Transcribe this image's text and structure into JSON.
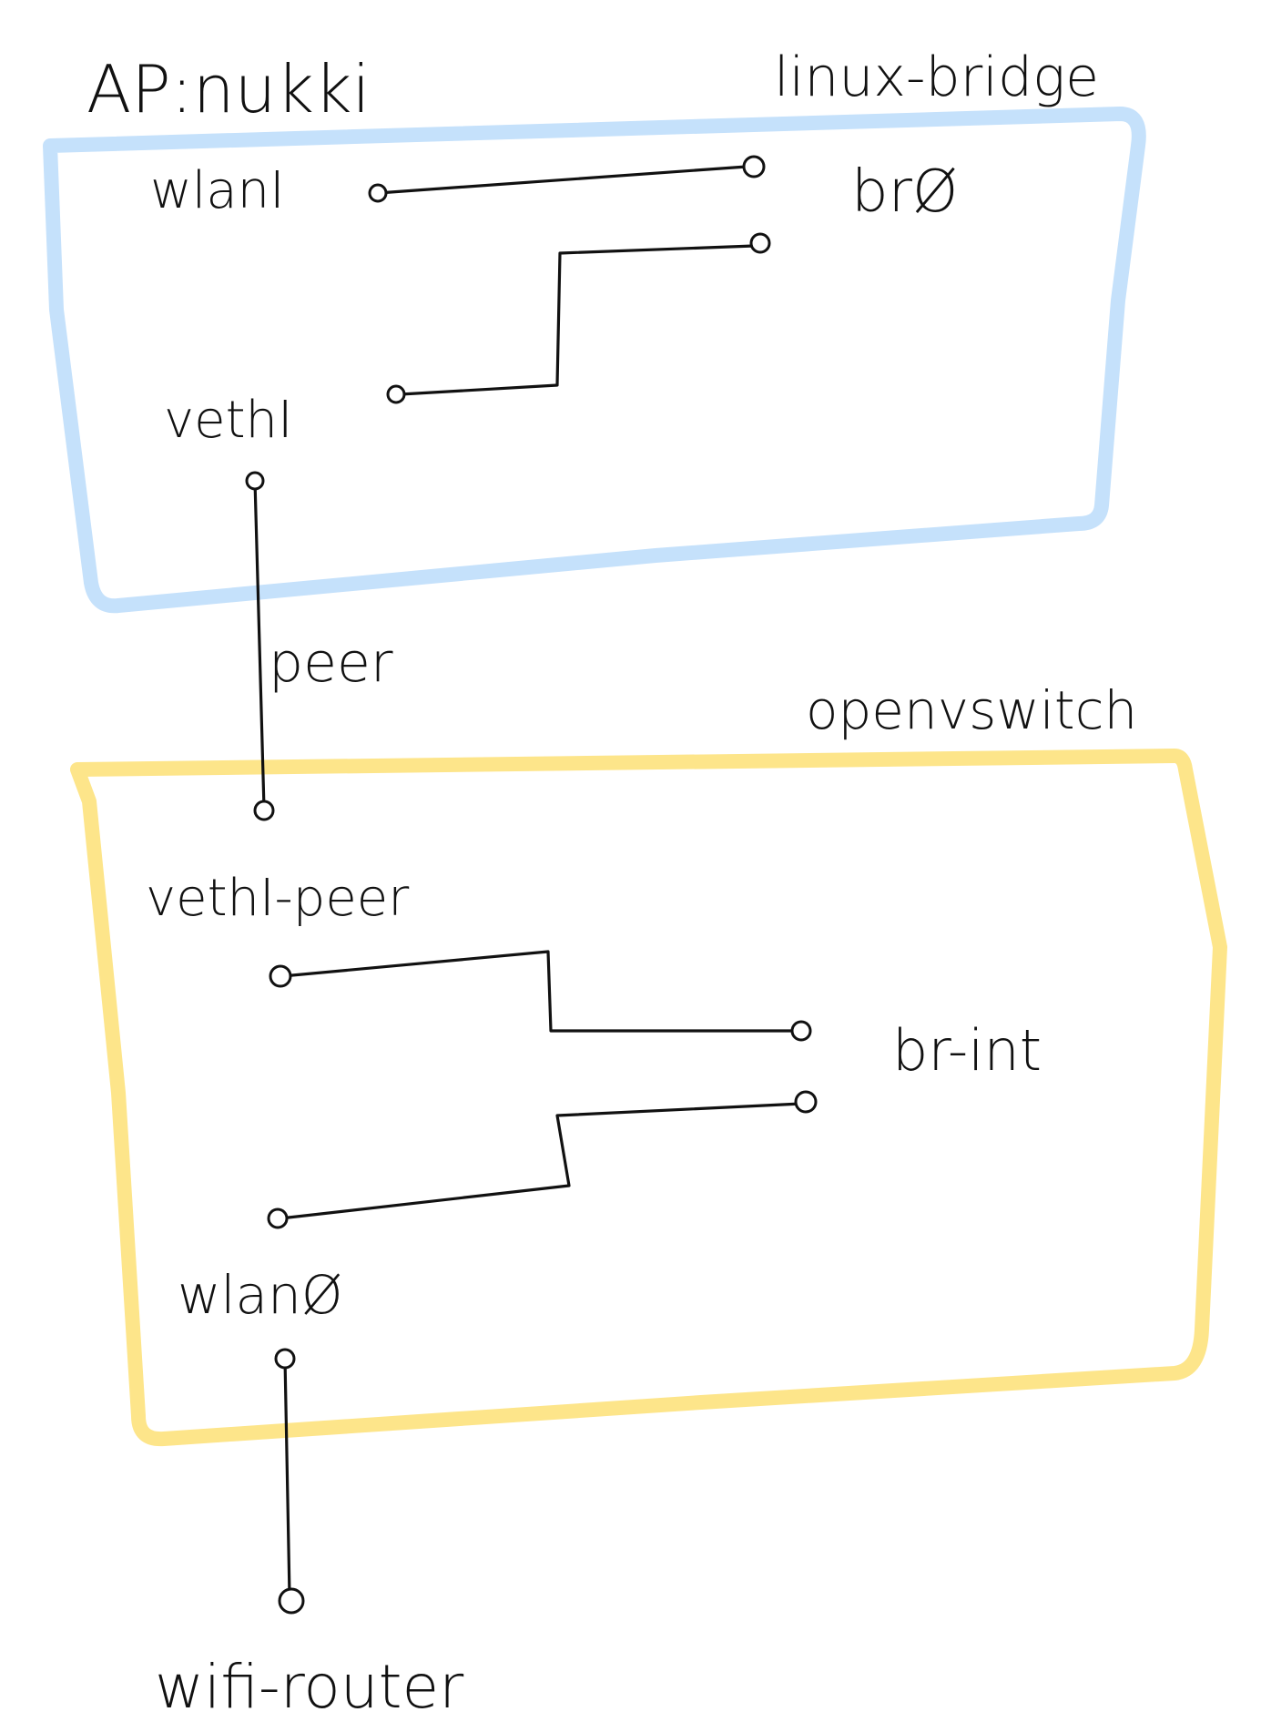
{
  "colors": {
    "linux_bridge_outline": "#c5e1fb",
    "openvswitch_outline": "#fde58a",
    "ink": "#111111"
  },
  "labels": {
    "ap": "AP:nukki",
    "linux_bridge": "linux-bridge",
    "openvswitch": "openvswitch",
    "br0": "brØ",
    "br_int": "br-int",
    "wlan1": "wlanI",
    "veth1": "vethI",
    "peer": "peer",
    "veth1_peer": "vethI-peer",
    "wlan0": "wlanØ",
    "wifi_router": "wifi-router"
  }
}
